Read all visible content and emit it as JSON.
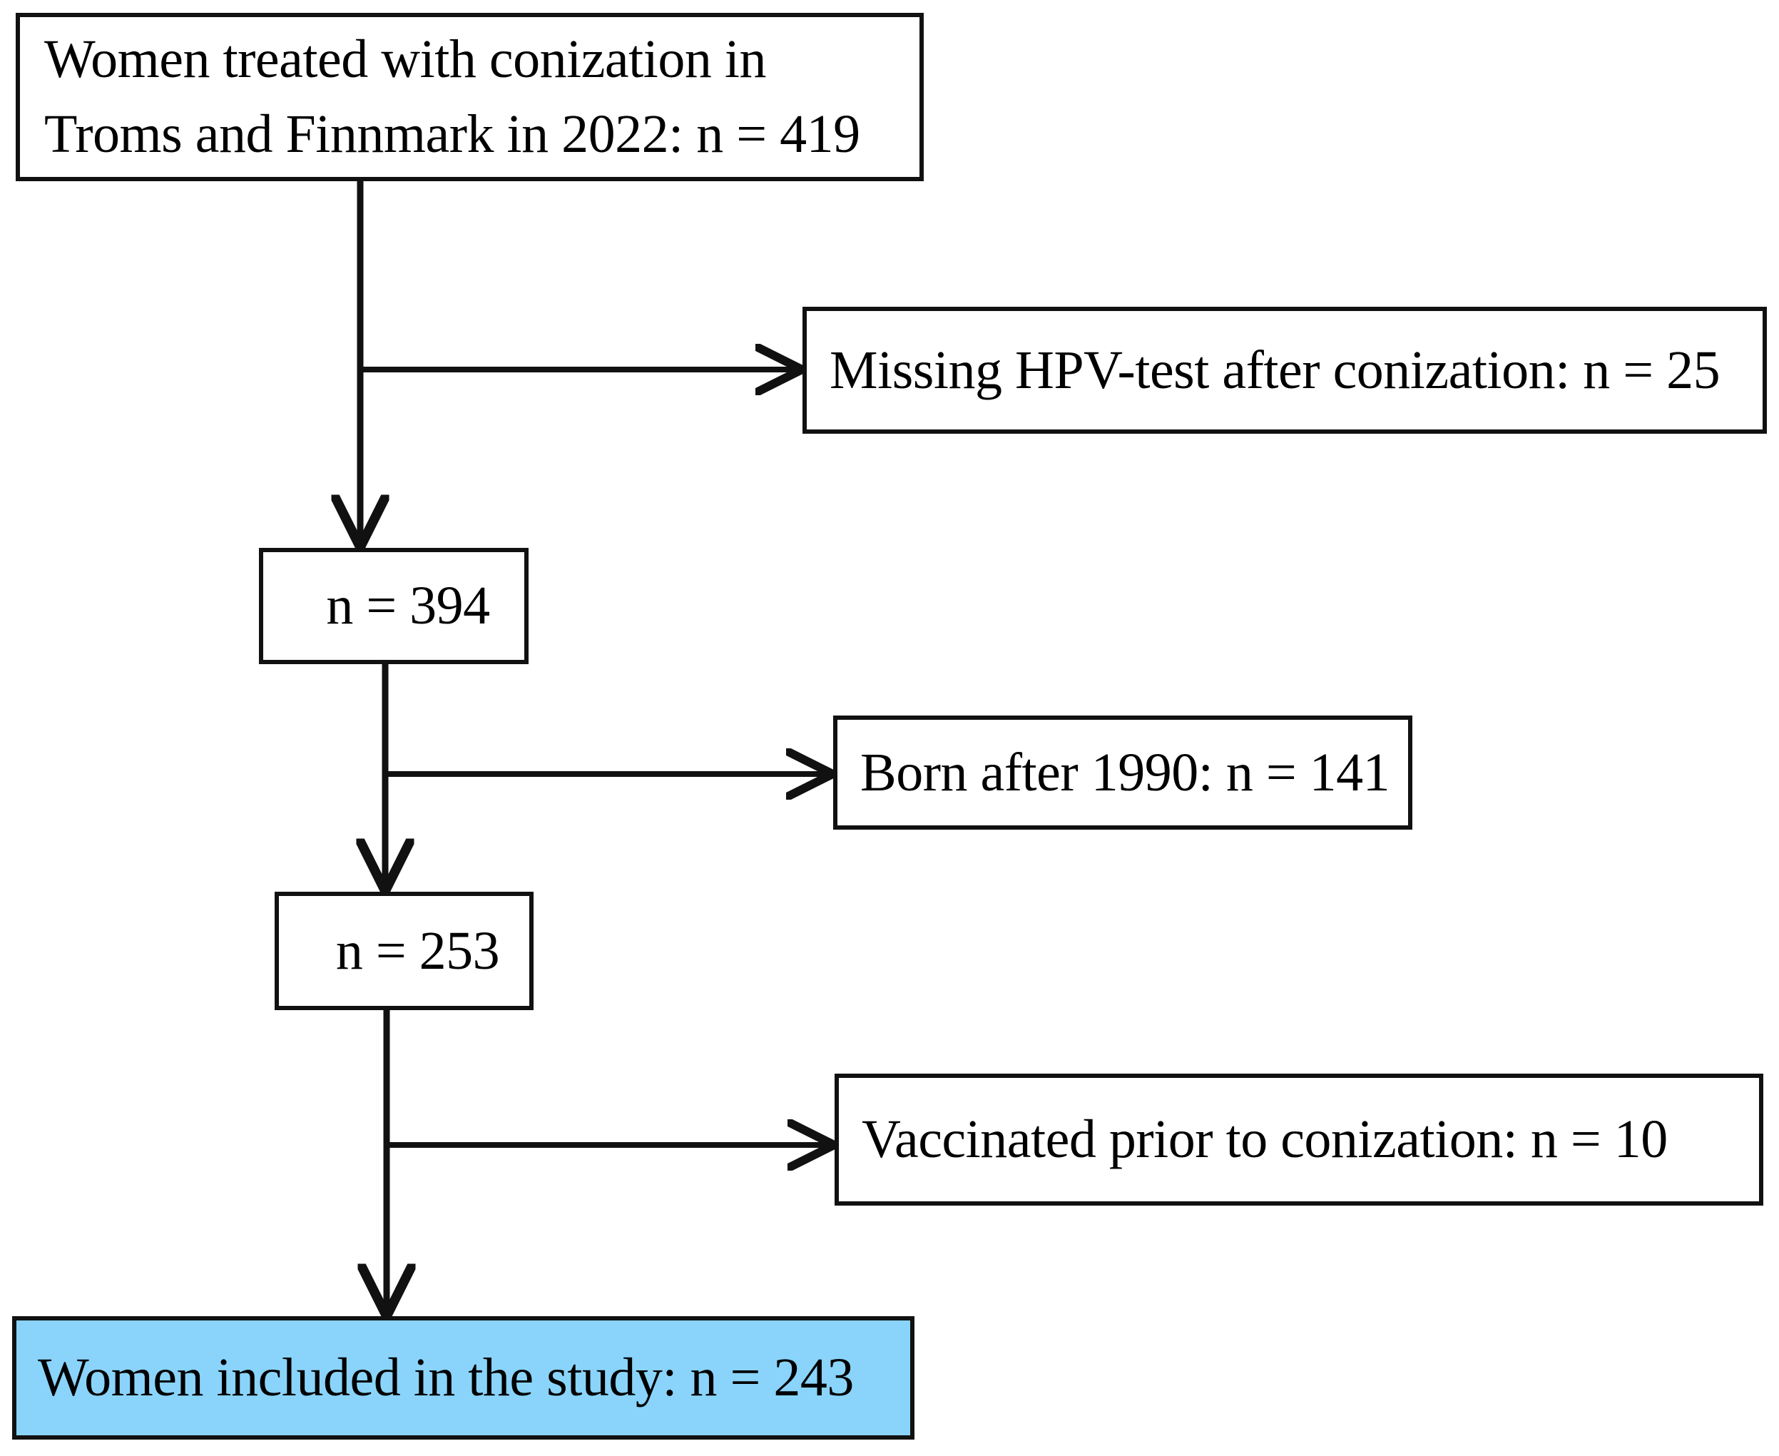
{
  "diagram": {
    "title": "Study participant flow diagram",
    "type": "flowchart",
    "background_color": "#ffffff",
    "border_color": "#111111",
    "text_color": "#000000",
    "highlight_color": "#8ad4fb"
  },
  "nodes": {
    "source": {
      "text": "Women treated with conization in\nTroms and Finnmark in 2022: n = 419",
      "count": 419,
      "fill": "#ffffff"
    },
    "excluded_hpv": {
      "text": "Missing HPV-test after conization: n = 25",
      "count": 25,
      "fill": "#ffffff"
    },
    "remaining_394": {
      "text": "n = 394",
      "count": 394,
      "fill": "#ffffff"
    },
    "excluded_born": {
      "text": "Born after 1990: n = 141",
      "count": 141,
      "fill": "#ffffff"
    },
    "remaining_253": {
      "text": "n = 253",
      "count": 253,
      "fill": "#ffffff"
    },
    "excluded_vaccinated": {
      "text": "Vaccinated prior to conization: n = 10",
      "count": 10,
      "fill": "#ffffff"
    },
    "included": {
      "text": "Women included in the study: n = 243",
      "count": 243,
      "fill": "#8ad4fb"
    }
  },
  "chart_data": {
    "type": "flowchart",
    "title": "Women treated with conization in Troms and Finnmark in 2022",
    "steps": [
      {
        "label": "Women treated with conization in Troms and Finnmark in 2022",
        "n": 419
      },
      {
        "label": "Missing HPV-test after conization",
        "n": 25,
        "role": "excluded"
      },
      {
        "label": "n = 394",
        "n": 394
      },
      {
        "label": "Born after 1990",
        "n": 141,
        "role": "excluded"
      },
      {
        "label": "n = 253",
        "n": 253
      },
      {
        "label": "Vaccinated prior to conization",
        "n": 10,
        "role": "excluded"
      },
      {
        "label": "Women included in the study",
        "n": 243,
        "role": "included"
      }
    ]
  }
}
